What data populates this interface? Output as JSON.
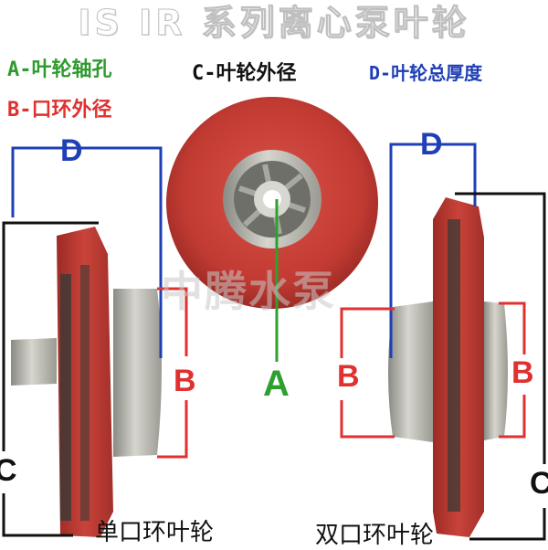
{
  "title": "IS IR 系列离心泵叶轮",
  "legend": {
    "a": "A-叶轮轴孔",
    "b": "B-口环外径",
    "c": "C-叶轮外径",
    "d": "D-叶轮总厚度"
  },
  "dimension_labels": {
    "a": "A",
    "b": "B",
    "c": "C",
    "d": "D"
  },
  "watermark": "中腾水泵",
  "captions": {
    "single": "单口环叶轮",
    "double": "双口环叶轮"
  },
  "colors": {
    "impeller_red": "#c23b33",
    "metal": "#b8b8b0",
    "dim_blue": "#1f3fb5",
    "dim_red": "#e03030",
    "dim_green": "#2ea02e",
    "dim_black": "#111111"
  }
}
